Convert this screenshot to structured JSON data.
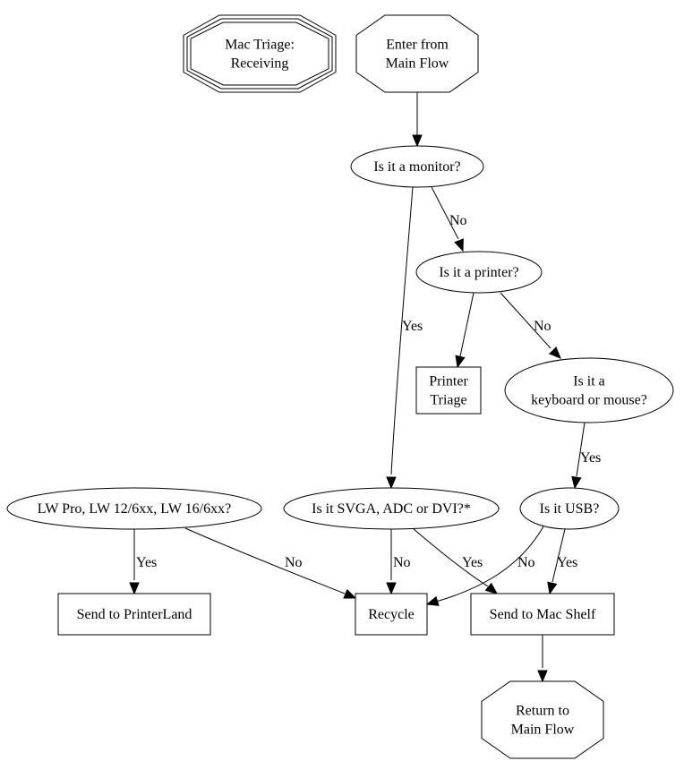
{
  "diagram": {
    "type": "flowchart",
    "nodes": {
      "title": {
        "lines": [
          "Mac Triage:",
          "Receiving"
        ],
        "shape": "tripleoctagon"
      },
      "enter": {
        "lines": [
          "Enter from",
          "Main Flow"
        ],
        "shape": "octagon"
      },
      "monitor": {
        "lines": [
          "Is it a monitor?"
        ],
        "shape": "ellipse"
      },
      "printer": {
        "lines": [
          "Is it a printer?"
        ],
        "shape": "ellipse"
      },
      "printer_triage": {
        "lines": [
          "Printer",
          "Triage"
        ],
        "shape": "box"
      },
      "kbd": {
        "lines": [
          "Is it a",
          "keyboard or mouse?"
        ],
        "shape": "ellipse"
      },
      "lw": {
        "lines": [
          "LW Pro, LW 12/6xx, LW 16/6xx?"
        ],
        "shape": "ellipse"
      },
      "svga": {
        "lines": [
          "Is it SVGA, ADC or DVI?*"
        ],
        "shape": "ellipse"
      },
      "usb": {
        "lines": [
          "Is it USB?"
        ],
        "shape": "ellipse"
      },
      "printerland": {
        "lines": [
          "Send to PrinterLand"
        ],
        "shape": "box"
      },
      "recycle": {
        "lines": [
          "Recycle"
        ],
        "shape": "box"
      },
      "macshelf": {
        "lines": [
          "Send to Mac Shelf"
        ],
        "shape": "box"
      },
      "return": {
        "lines": [
          "Return to",
          "Main Flow"
        ],
        "shape": "octagon"
      }
    },
    "edges": [
      {
        "from": "enter",
        "to": "monitor",
        "label": ""
      },
      {
        "from": "monitor",
        "to": "printer",
        "label": "No"
      },
      {
        "from": "monitor",
        "to": "svga",
        "label": "Yes"
      },
      {
        "from": "printer",
        "to": "printer_triage",
        "label": ""
      },
      {
        "from": "printer",
        "to": "kbd",
        "label": "No"
      },
      {
        "from": "kbd",
        "to": "usb",
        "label": "Yes"
      },
      {
        "from": "lw",
        "to": "printerland",
        "label": "Yes"
      },
      {
        "from": "lw",
        "to": "recycle",
        "label": "No"
      },
      {
        "from": "svga",
        "to": "recycle",
        "label": "No"
      },
      {
        "from": "svga",
        "to": "macshelf",
        "label": "Yes"
      },
      {
        "from": "usb",
        "to": "recycle",
        "label": "No"
      },
      {
        "from": "usb",
        "to": "macshelf",
        "label": "Yes"
      },
      {
        "from": "macshelf",
        "to": "return",
        "label": ""
      }
    ]
  }
}
